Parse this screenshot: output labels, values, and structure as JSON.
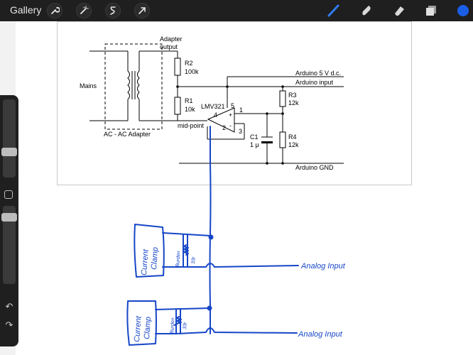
{
  "toolbar": {
    "gallery_label": "Gallery",
    "left_tools": [
      "wrench-icon",
      "magic-wand-icon",
      "selection-icon",
      "transform-arrow-icon"
    ],
    "right_tools": [
      "brush-icon",
      "smudge-icon",
      "eraser-icon",
      "layers-icon"
    ],
    "active_color": "#1a5fe6"
  },
  "sidebar": {
    "brush_size_level": 0.45,
    "opacity_level": 0.92
  },
  "schematic": {
    "mains": "Mains",
    "adapter_output_1": "Adapter",
    "adapter_output_2": "output",
    "adapter_label": "AC - AC Adapter",
    "r2_name": "R2",
    "r2_value": "100k",
    "r1_name": "R1",
    "r1_value": "10k",
    "opamp": "LMV321",
    "pin4": "4",
    "pin5": "5",
    "pin1": "1",
    "pin2": "2",
    "pin3": "3",
    "plus": "+",
    "minus": "-",
    "midpoint": "mid-point",
    "arduino_5v": "Arduino 5 V d.c.",
    "arduino_input": "Arduino input",
    "r3_name": "R3",
    "r3_value": "12k",
    "r4_name": "R4",
    "r4_value": "12k",
    "c1_name": "C1",
    "c1_value": "1 μ",
    "arduino_gnd": "Arduino GND"
  },
  "handwritten": {
    "clamp1_line1": "Current",
    "clamp1_line2": "Clamp",
    "burden1_line1": "Burden",
    "burden1_line2": "33r",
    "analog1": "Analog Input",
    "clamp2_line1": "Current",
    "clamp2_line2": "Clamp",
    "burden2_line1": "Burden",
    "burden2_line2": "33r",
    "analog2": "Analog Input",
    "ink_color": "#1646c8"
  }
}
